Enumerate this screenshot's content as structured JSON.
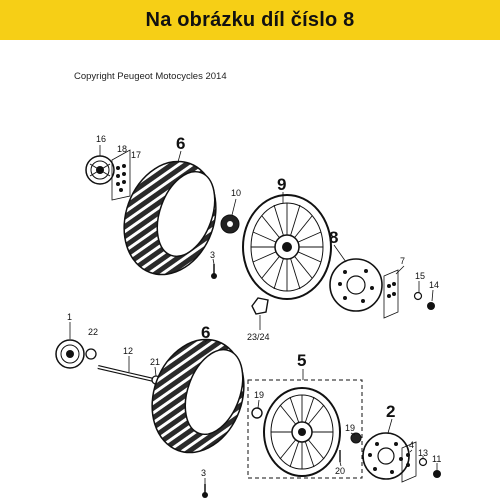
{
  "header": {
    "title": "Na obrázku díl číslo 8",
    "background_color": "#f6cf16"
  },
  "copyright": "Copyright Peugeot Motocycles 2014",
  "callouts": {
    "p1": "1",
    "p2": "2",
    "p3a": "3",
    "p3b": "3",
    "p4": "4",
    "p5": "5",
    "p6a": "6",
    "p6b": "6",
    "p7": "7",
    "p8": "8",
    "p9": "9",
    "p10": "10",
    "p11": "11",
    "p12": "12",
    "p13": "13",
    "p14": "14",
    "p15": "15",
    "p16": "16",
    "p17": "17",
    "p18": "18",
    "p19a": "19",
    "p19b": "19",
    "p20": "20",
    "p21": "21",
    "p22": "22",
    "p2324": "23/24"
  }
}
